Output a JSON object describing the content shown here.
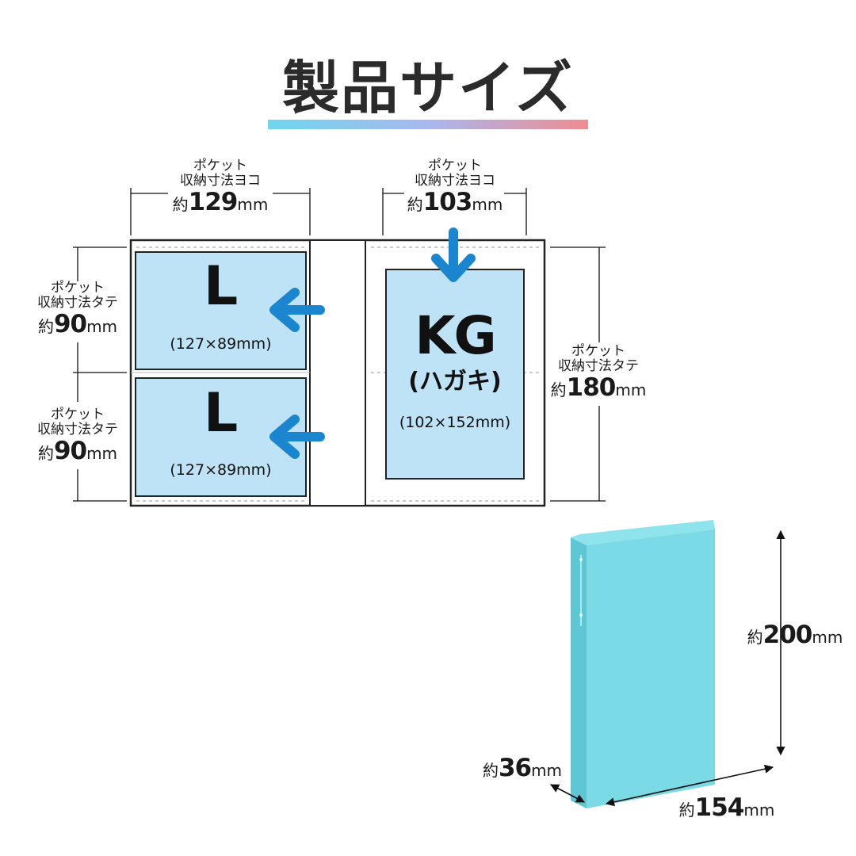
{
  "title": "製品サイズ",
  "colors": {
    "pocket": "#bfe3f6",
    "arrow": "#1a86d0",
    "binder": "#73dbe7",
    "frame": "#222222"
  },
  "pockets": {
    "top_left": {
      "label": "L",
      "size": "(127×89mm)"
    },
    "bottom_left": {
      "label": "L",
      "size": "(127×89mm)"
    },
    "right": {
      "label": "KG",
      "sub": "(ハガキ)",
      "size": "(102×152mm)"
    }
  },
  "dimensions": {
    "left_width": {
      "line1": "ポケット",
      "line2": "収納寸法ヨコ",
      "prefix": "約",
      "number": "129",
      "unit": "mm"
    },
    "right_width": {
      "line1": "ポケット",
      "line2": "収納寸法ヨコ",
      "prefix": "約",
      "number": "103",
      "unit": "mm"
    },
    "left_top_height": {
      "line1": "ポケット",
      "line2": "収納寸法タテ",
      "prefix": "約",
      "number": "90",
      "unit": "mm"
    },
    "left_bottom_height": {
      "line1": "ポケット",
      "line2": "収納寸法タテ",
      "prefix": "約",
      "number": "90",
      "unit": "mm"
    },
    "right_height": {
      "line1": "ポケット",
      "line2": "収納寸法タテ",
      "prefix": "約",
      "number": "180",
      "unit": "mm"
    }
  },
  "binder": {
    "height": {
      "prefix": "約",
      "number": "200",
      "unit": "mm"
    },
    "depth": {
      "prefix": "約",
      "number": "36",
      "unit": "mm"
    },
    "width": {
      "prefix": "約",
      "number": "154",
      "unit": "mm"
    }
  }
}
